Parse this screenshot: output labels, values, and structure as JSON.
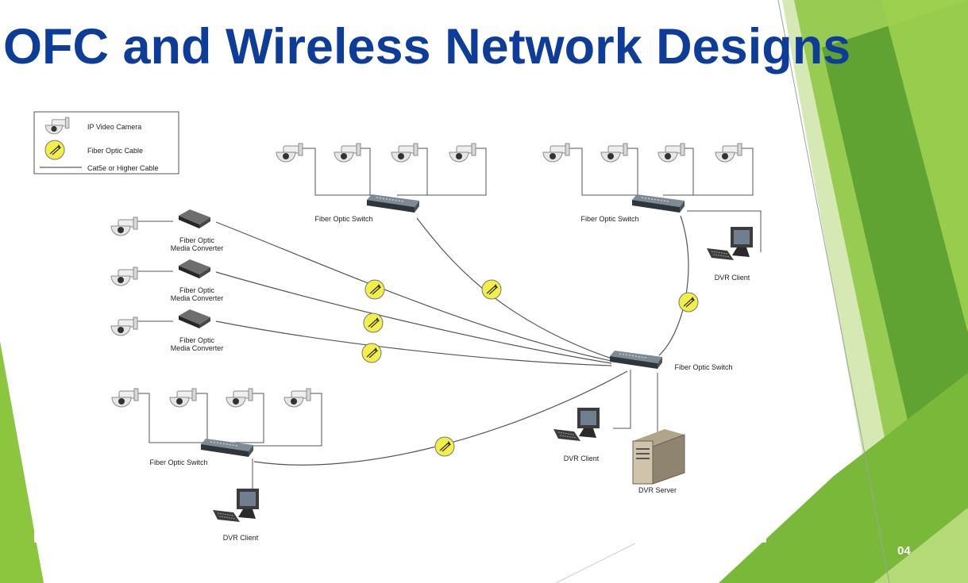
{
  "slide": {
    "title": "OFC and Wireless Network Designs",
    "page_number": "04"
  },
  "legend": {
    "camera_label": "IP Video Camera",
    "fiber_label": "Fiber Optic Cable",
    "cat5_label": "Cat5e or Higher Cable"
  },
  "diagram": {
    "top_left_switch": "Fiber Optic Switch",
    "top_right_switch": "Fiber Optic Switch",
    "central_switch": "Fiber Optic Switch",
    "bottom_left_switch": "Fiber Optic Switch",
    "converters": [
      {
        "line1": "Fiber Optic",
        "line2": "Media Converter"
      },
      {
        "line1": "Fiber Optic",
        "line2": "Media Converter"
      },
      {
        "line1": "Fiber Optic",
        "line2": "Media Converter"
      }
    ],
    "dvr_client_top_right": "DVR Client",
    "dvr_client_center": "DVR Client",
    "dvr_client_bottom": "DVR Client",
    "dvr_server": "DVR Server"
  },
  "colors": {
    "title": "#0d3d99",
    "accent_green": "#8cc63f",
    "dark_green": "#5a9e2f",
    "fiber_marker": "#f2ee4a"
  }
}
